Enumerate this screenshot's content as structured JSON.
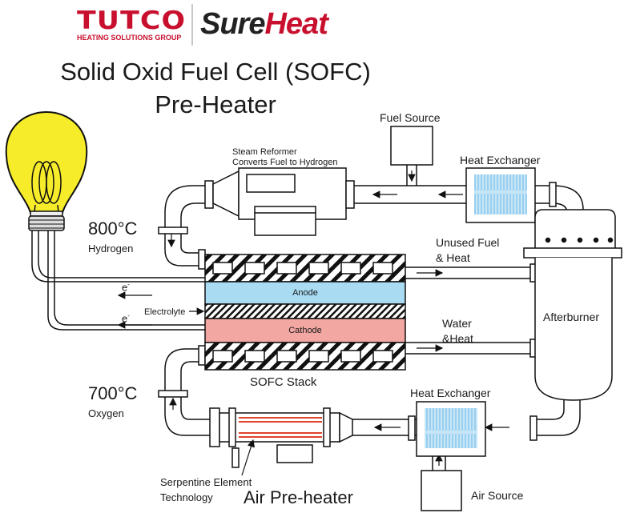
{
  "logo": {
    "brand": "TUTCO",
    "tagline": "HEATING SOLUTIONS GROUP",
    "product_part1": "Sure",
    "product_part2": "Heat"
  },
  "title": {
    "line1": "Solid Oxid Fuel Cell (SOFC)",
    "line2": "Pre-Heater"
  },
  "labels": {
    "fuel_source": "Fuel Source",
    "steam_reformer_line1": "Steam Reformer",
    "steam_reformer_line2": "Converts Fuel to Hydrogen",
    "heat_exchanger_top": "Heat Exchanger",
    "hydrogen_temp": "800°C",
    "hydrogen": "Hydrogen",
    "unused_fuel_line1": "Unused Fuel",
    "unused_fuel_line2": "& Heat",
    "electron_top": "e",
    "electron_bottom": "e",
    "electrolyte": "Electrolyte",
    "anode": "Anode",
    "cathode": "Cathode",
    "afterburner": "Afterburner",
    "water_line1": "Water",
    "water_line2": "&Heat",
    "sofc_stack": "SOFC Stack",
    "oxygen_temp": "700°C",
    "oxygen": "Oxygen",
    "heat_exchanger_bottom": "Heat Exchanger",
    "serpentine_line1": "Serpentine Element",
    "serpentine_line2": "Technology",
    "air_preheater": "Air Pre-heater",
    "air_source": "Air Source"
  },
  "colors": {
    "brand_red": "#c8102e",
    "anode": "#a9dcf3",
    "cathode": "#f2a7a3",
    "bulb": "#f7ec2a",
    "heat_exchanger": "#b5def5",
    "heating_element": "#e0452c"
  }
}
